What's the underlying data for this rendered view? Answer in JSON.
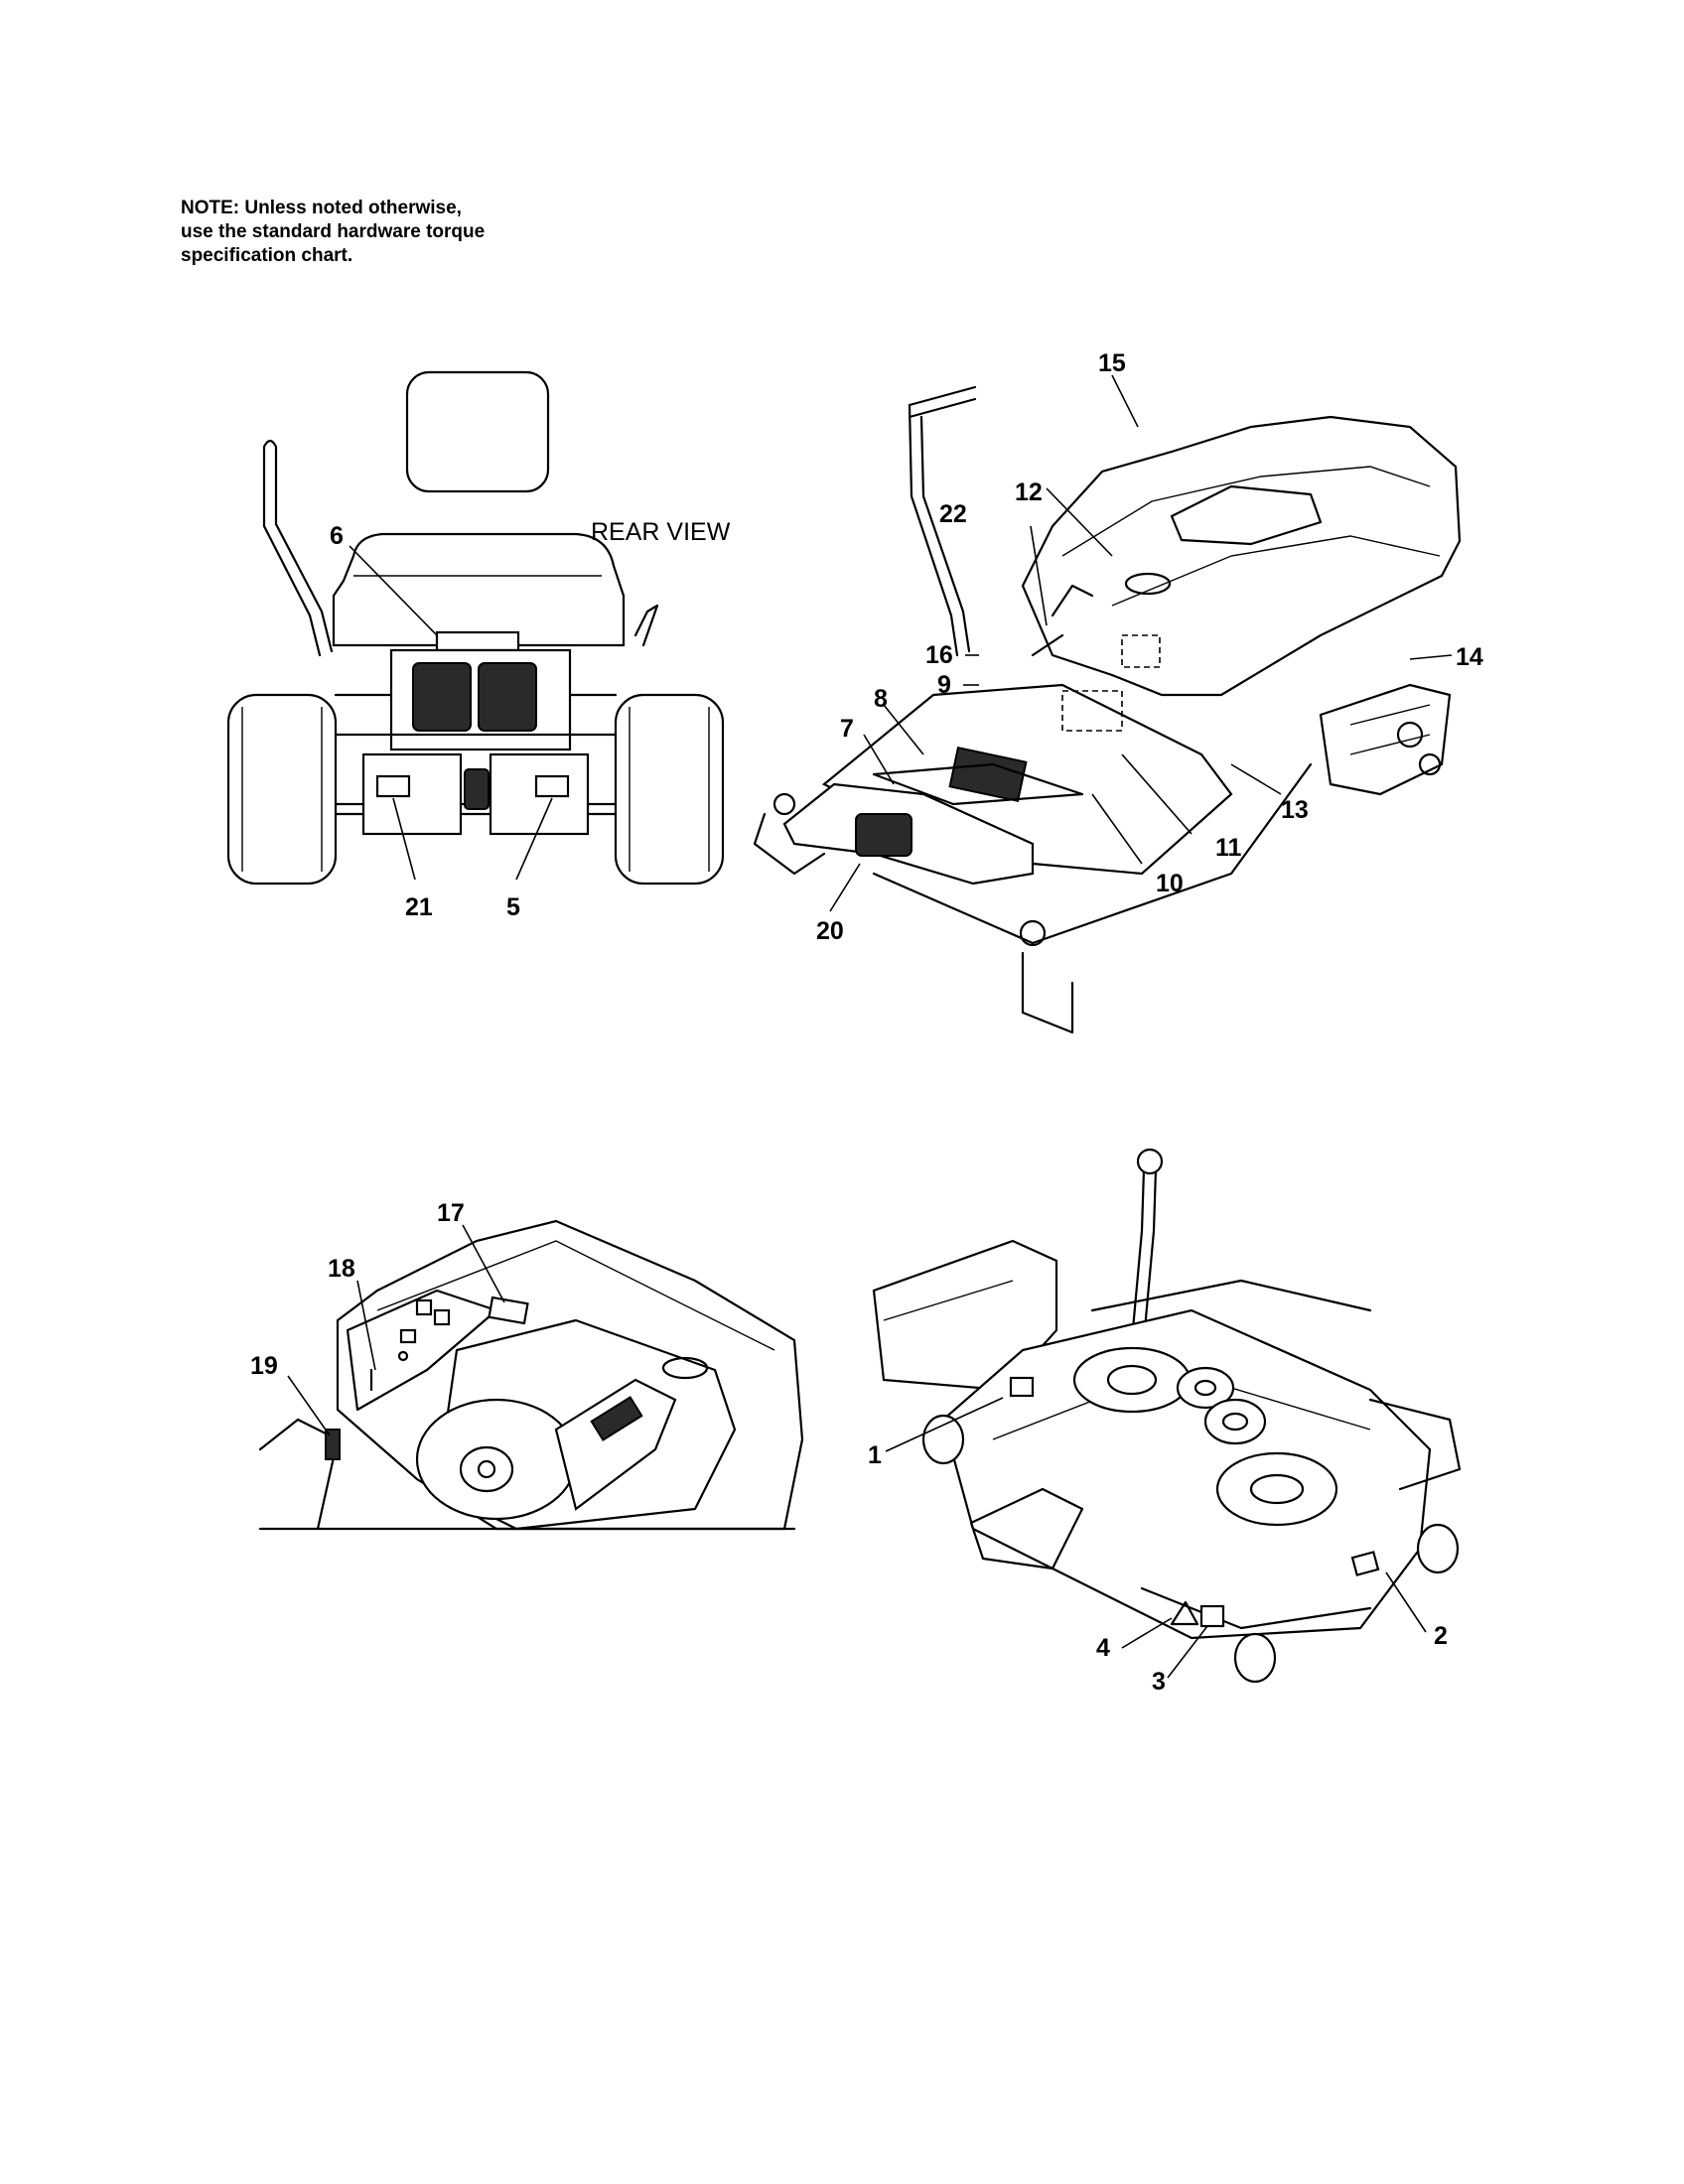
{
  "note": {
    "lines": [
      "NOTE: Unless noted otherwise,",
      "use the standard hardware torque",
      "specification chart."
    ]
  },
  "views": {
    "rear": {
      "title": "REAR VIEW"
    }
  },
  "callouts": {
    "c1": "1",
    "c2": "2",
    "c3": "3",
    "c4": "4",
    "c5": "5",
    "c6": "6",
    "c7": "7",
    "c8": "8",
    "c9": "9",
    "c10": "10",
    "c11": "11",
    "c12": "12",
    "c13": "13",
    "c14": "14",
    "c15": "15",
    "c16": "16",
    "c17": "17",
    "c18": "18",
    "c19": "19",
    "c20": "20",
    "c21": "21",
    "c22": "22"
  }
}
